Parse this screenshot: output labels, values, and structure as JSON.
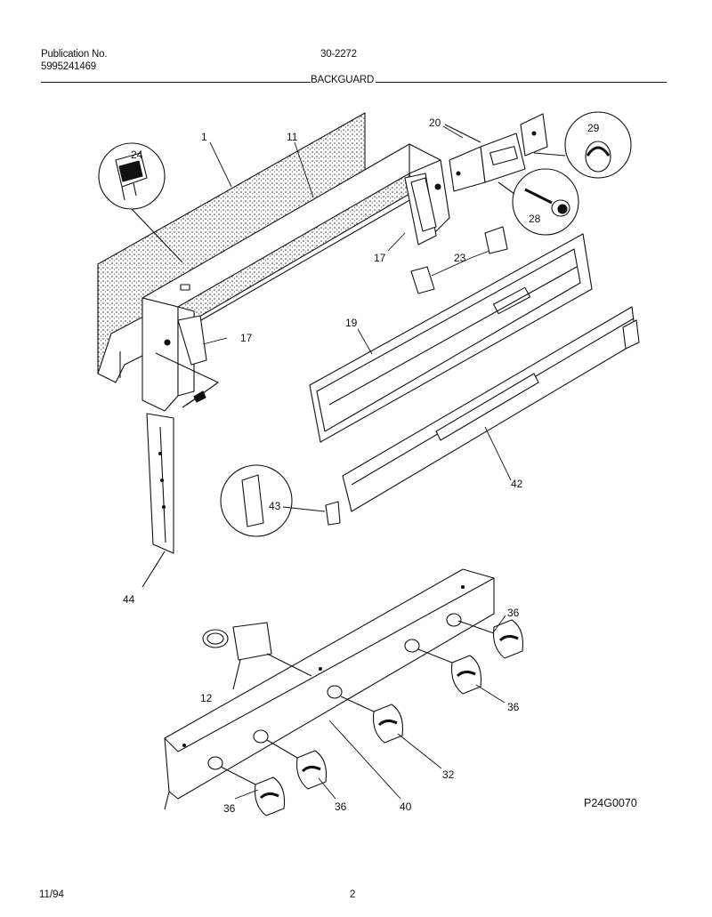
{
  "header": {
    "publication_label": "Publication No.",
    "publication_number": "5995241469",
    "document_code": "30-2272",
    "section_title": "BACKGUARD"
  },
  "diagram": {
    "callouts": [
      {
        "id": "c1",
        "label": "1"
      },
      {
        "id": "c11",
        "label": "11"
      },
      {
        "id": "c24",
        "label": "24"
      },
      {
        "id": "c20",
        "label": "20"
      },
      {
        "id": "c29",
        "label": "29"
      },
      {
        "id": "c28",
        "label": "28"
      },
      {
        "id": "c17a",
        "label": "17"
      },
      {
        "id": "c23",
        "label": "23"
      },
      {
        "id": "c17b",
        "label": "17"
      },
      {
        "id": "c19",
        "label": "19"
      },
      {
        "id": "c42",
        "label": "42"
      },
      {
        "id": "c43",
        "label": "43"
      },
      {
        "id": "c44",
        "label": "44"
      },
      {
        "id": "c12",
        "label": "12"
      },
      {
        "id": "c36a",
        "label": "36"
      },
      {
        "id": "c36b",
        "label": "36"
      },
      {
        "id": "c32",
        "label": "32"
      },
      {
        "id": "c40",
        "label": "40"
      },
      {
        "id": "c36c",
        "label": "36"
      },
      {
        "id": "c36d",
        "label": "36"
      }
    ]
  },
  "figure_code": "P24G0070",
  "footer": {
    "date": "11/94",
    "page": "2"
  }
}
